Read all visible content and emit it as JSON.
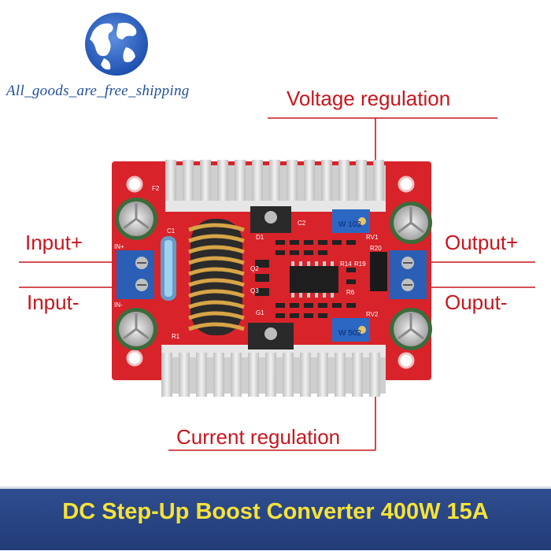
{
  "store": {
    "name": "All_goods_are_free_shipping"
  },
  "callouts": {
    "voltage_regulation": "Voltage regulation",
    "current_regulation": "Current regulation",
    "input_plus": "Input+",
    "input_minus": "Input-",
    "output_plus": "Output+",
    "output_minus": "Ouput-"
  },
  "banner": {
    "title": "DC Step-Up Boost Converter 400W 15A"
  },
  "board_markings": {
    "pot_voltage": "W 103",
    "pot_current": "W 502",
    "rv1": "RV1",
    "rv2": "RV2",
    "r20": "R20",
    "r14": "R14",
    "r19": "R19",
    "r6": "R6",
    "d1": "D1",
    "c2": "C2",
    "q2": "Q2",
    "q3": "Q3",
    "g1": "G1",
    "c1": "C1",
    "r1": "R1",
    "in_plus": "IN+",
    "in_minus": "IN-",
    "f2": "F2"
  },
  "colors": {
    "pcb": "#d8232a",
    "heatsink": "#dcdcdc",
    "terminal": "#2a5fb5",
    "callout_text": "#c8161d",
    "banner_bg": "#2a4582",
    "banner_text": "#f5e23a"
  }
}
